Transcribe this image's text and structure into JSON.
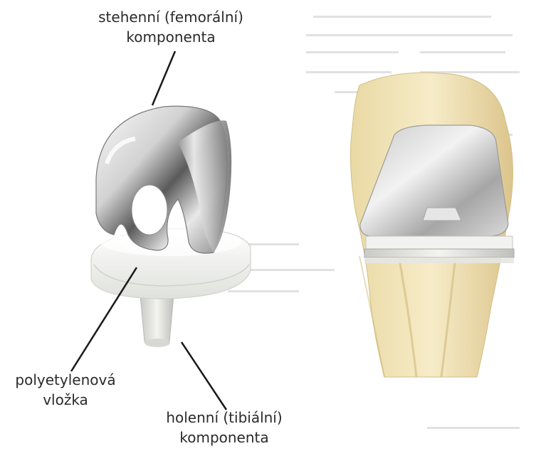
{
  "labels": {
    "femoral": {
      "line1": "stehenní (femorální)",
      "line2": "komponenta"
    },
    "insert": {
      "line1": "polyetylenová",
      "line2": "vložka"
    },
    "tibial": {
      "line1": "holenní (tibiální)",
      "line2": "komponenta"
    }
  },
  "colors": {
    "metal_light": "#f2f2f2",
    "metal_dark": "#6e6e6e",
    "polyethylene": "#f4f5f2",
    "bone": "#efe2b8",
    "bone_shadow": "#d9c48e",
    "label_text": "#2a2a2a",
    "leader_line": "#1a1a1a"
  }
}
